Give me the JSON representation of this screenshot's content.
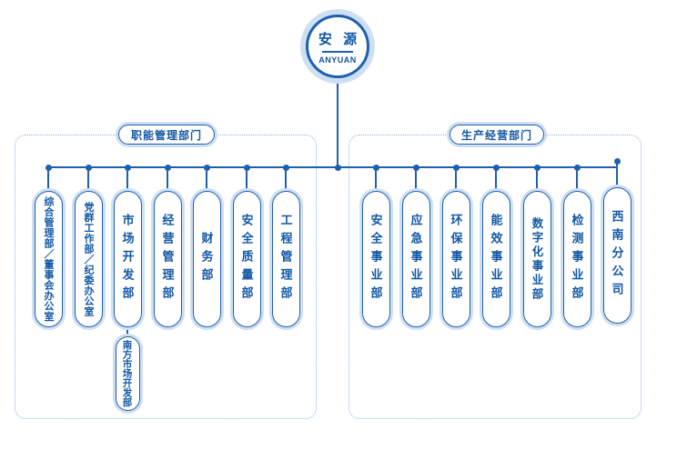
{
  "org": {
    "name_cn": "安 源",
    "name_en": "ANYUAN"
  },
  "groups": [
    {
      "label": "职能管理部门",
      "departments": [
        "综合管理部／董事会办公室",
        "党群工作部／纪委办公室",
        "市场开发部",
        "经营管理部",
        "财务部",
        "安全质量部",
        "工程管理部"
      ],
      "sub_department": "南方市场开发部",
      "sub_department_parent": "市场开发部"
    },
    {
      "label": "生产经营部门",
      "departments": [
        "安全事业部",
        "应急事业部",
        "环保事业部",
        "能效事业部",
        "数字化事业部",
        "检测事业部",
        "西南分公司"
      ]
    }
  ],
  "colors": {
    "primary_blue": "#1e5fae",
    "text_blue": "#1257a6",
    "halo_light_blue": "#cfdff2",
    "dashed_border": "#8fb3dc",
    "background": "#ffffff"
  }
}
